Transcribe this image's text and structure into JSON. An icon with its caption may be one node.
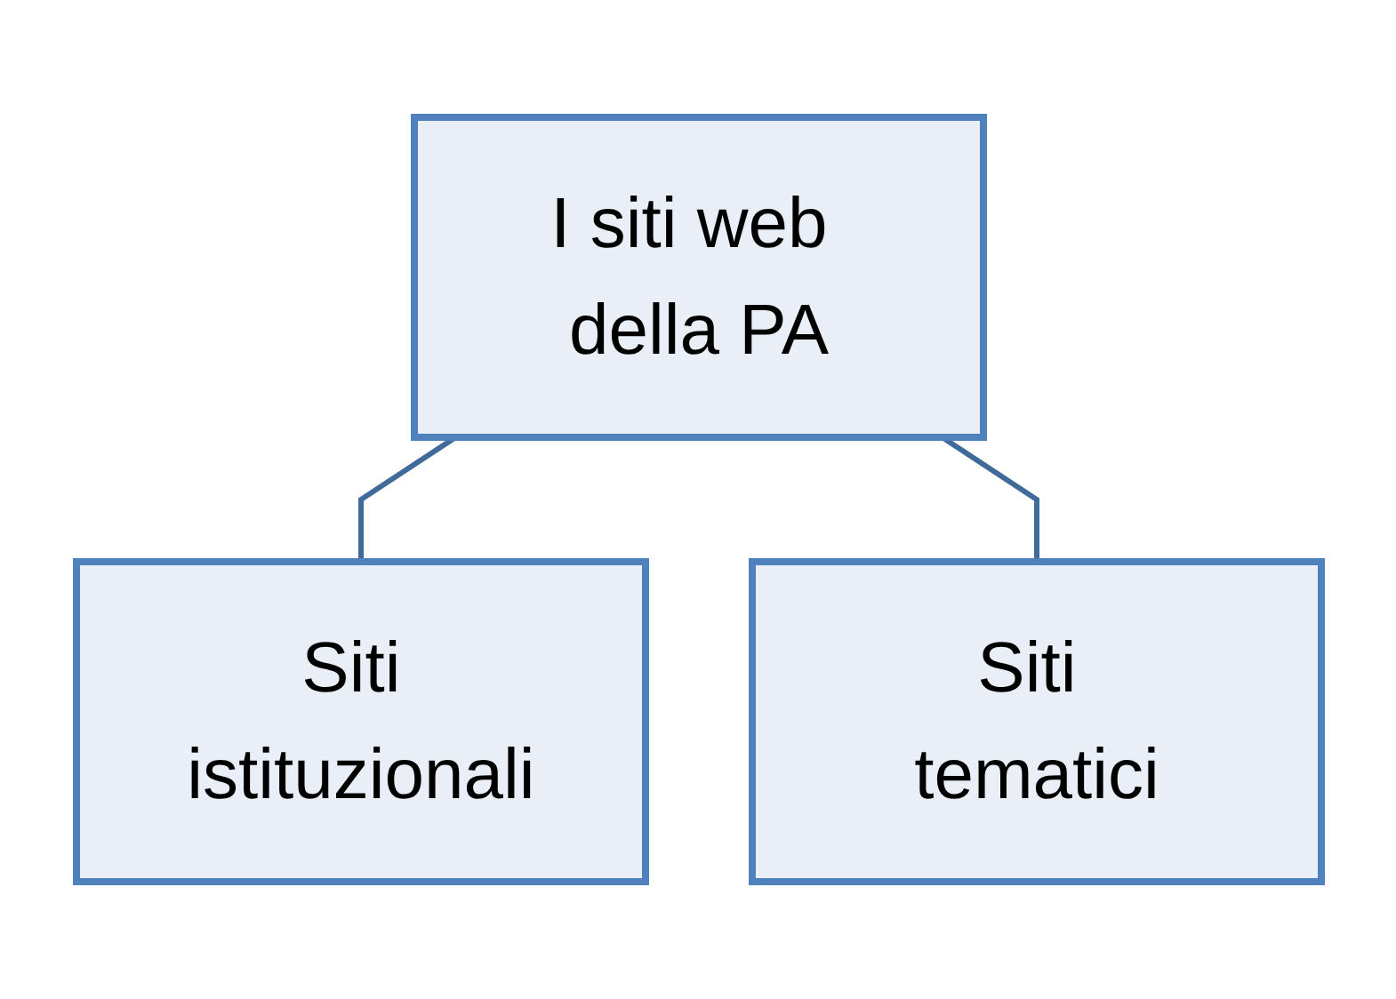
{
  "diagram": {
    "nodes": [
      {
        "text": [
          "I siti web della PA"
        ]
      },
      {
        "text": [
          "Siti istituzionali"
        ]
      },
      {
        "text": [
          "Siti tematici"
        ]
      }
    ],
    "edges": [
      {
        "from": 0,
        "to": 1,
        "arrow": "none"
      },
      {
        "from": 0,
        "to": 2,
        "arrow": "none"
      }
    ]
  }
}
